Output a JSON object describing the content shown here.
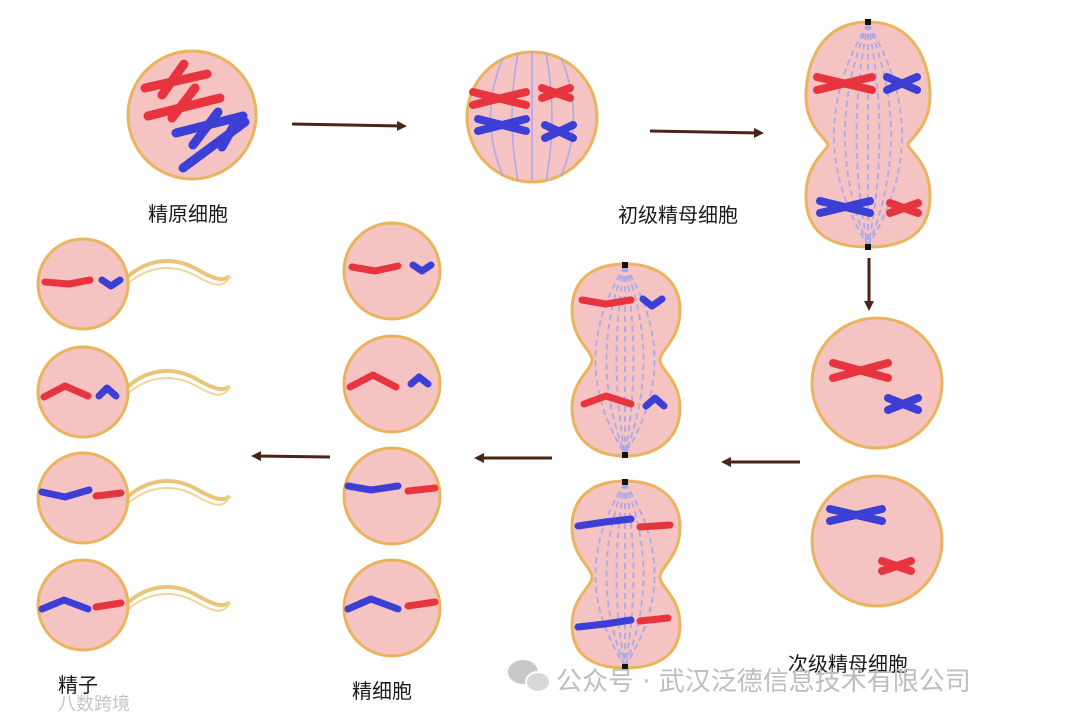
{
  "labels": {
    "spermatogonium": "精原细胞",
    "primary_spermatocyte": "初级精母细胞",
    "secondary_spermatocyte": "次级精母细胞",
    "spermatid": "精细胞",
    "sperm": "精子"
  },
  "watermark": {
    "main": "公众号 · 武汉泛德信息技术有限公司",
    "corner": "八数跨境"
  },
  "colors": {
    "cell_fill": "#f6c3c3",
    "cell_border": "#e9b45c",
    "chromosome_red": "#e8343f",
    "chromosome_blue": "#3b3fd6",
    "spindle": "#a8a8ea",
    "arrow": "#4a2417",
    "tail": "#e9c57a"
  },
  "icons": [
    "wechat-icon",
    "arrow-right-icon",
    "arrow-left-icon",
    "arrow-down-icon"
  ]
}
